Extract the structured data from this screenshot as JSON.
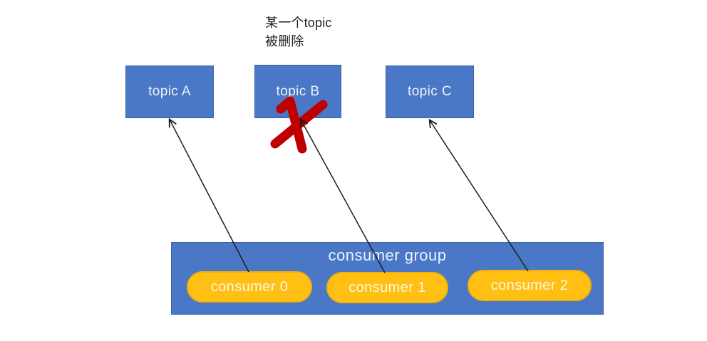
{
  "annotation": {
    "line1": "某一个topic",
    "line2": "被删除"
  },
  "topics": [
    {
      "label": "topic A",
      "deleted": false
    },
    {
      "label": "topic B",
      "deleted": true
    },
    {
      "label": "topic C",
      "deleted": false
    }
  ],
  "consumer_group": {
    "title": "consumer group",
    "consumers": [
      {
        "label": "consumer 0"
      },
      {
        "label": "consumer 1"
      },
      {
        "label": "consumer 2"
      }
    ]
  },
  "connections": [
    {
      "from": "consumer 0",
      "to": "topic A"
    },
    {
      "from": "consumer 1",
      "to": "topic B"
    },
    {
      "from": "consumer 2",
      "to": "topic C"
    }
  ],
  "colors": {
    "box_fill": "#4a77c6",
    "box_border": "#3a62a8",
    "pill_fill": "#ffc013",
    "pill_border": "#f3b105",
    "text_on_blue": "#eef3fb",
    "arrow": "#1c1c1c",
    "delete_x": "#bf0000",
    "annotation_text": "#1f1f1f",
    "background": "#ffffff"
  }
}
